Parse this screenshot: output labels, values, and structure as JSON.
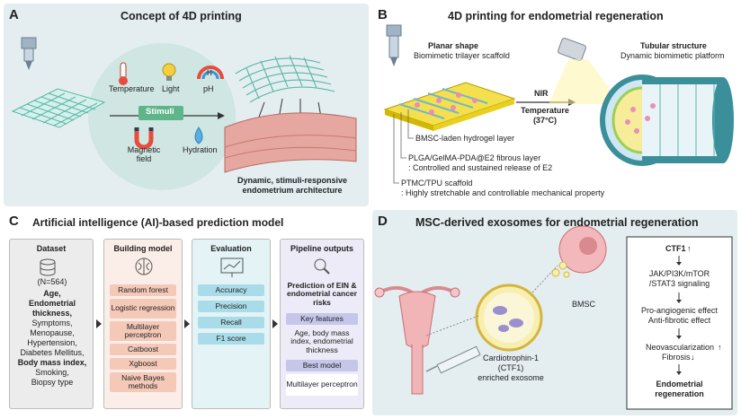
{
  "panelA": {
    "label": "A",
    "title": "Concept of 4D printing",
    "stimuli_title": "Stimuli",
    "stimuli": [
      "Temperature",
      "Light",
      "pH",
      "Magnetic field",
      "Hydration"
    ],
    "ph_letter": "H",
    "caption_line1": "Dynamic, stimuli-responsive",
    "caption_line2": "endometrium architecture"
  },
  "panelB": {
    "label": "B",
    "title": "4D printing for endometrial regeneration",
    "planar_title": "Planar shape",
    "planar_sub": "Biomimetic trilayer scaffold",
    "tubular_title": "Tubular structure",
    "tubular_sub": "Dynamic biomimetic platform",
    "trigger_nir": "NIR",
    "trigger_temp": "Temperature",
    "trigger_temp_val": "(37°C)",
    "layer1": "BMSC-laden hydrogel layer",
    "layer2": "PLGA/GelMA-PDA@E2 fibrous layer",
    "layer2_sub": ": Controlled and sustained release of E2",
    "layer3": "PTMC/TPU scaffold",
    "layer3_sub": ": Highly stretchable and controllable mechanical property"
  },
  "panelC": {
    "label": "C",
    "title": "Artificial intelligence (AI)-based prediction model",
    "dataset": {
      "header": "Dataset",
      "n": "(N=564)",
      "lines": [
        "Age,",
        "Endometrial",
        "thickness,",
        "Symptoms,",
        "Menopause,",
        "Hypertension,",
        "Diabetes Mellitus,",
        "Body mass index,",
        "Smoking,",
        "Biopsy type"
      ]
    },
    "building": {
      "header": "Building model",
      "models": [
        "Random forest",
        "Logistic regression",
        "Multilayer perceptron",
        "Catboost",
        "Xgboost",
        "Naive Bayes methods"
      ]
    },
    "evaluation": {
      "header": "Evaluation",
      "metrics": [
        "Accuracy",
        "Precision",
        "Recall",
        "F1 score"
      ]
    },
    "pipeline": {
      "header": "Pipeline outputs",
      "prediction": "Prediction of EIN & endometrial cancer risks",
      "key_features_label": "Key features",
      "key_features": "Age, body mass index, endometrial thickness",
      "best_model_label": "Best model",
      "best_model": "Multilayer perceptron"
    }
  },
  "panelD": {
    "label": "D",
    "title": "MSC-derived exosomes for endometrial regeneration",
    "bmsc": "BMSC",
    "exosome_line1": "Cardiotrophin-1",
    "exosome_line2": "(CTF1)",
    "exosome_line3": "enriched exosome",
    "pathway": {
      "ctf1": "CTF1",
      "up": "↑",
      "down": "↓",
      "signal1": "JAK/PI3K/mTOR",
      "signal2": "/STAT3 signaling",
      "effect1": "Pro-angiogenic effect",
      "effect2": "Anti-fibrotic effect",
      "neo": "Neovascularization",
      "fibrosis": "Fibrosis",
      "final1": "Endometrial",
      "final2": "regeneration"
    }
  },
  "colors": {
    "panel_bg": "#e4eef0",
    "stimuli_green": "#5fb58a",
    "tissue_pink": "#e6a7a0",
    "model_salmon": "#f4c9b8",
    "metric_cyan": "#a9dce8",
    "output_lavender": "#c6c6ea"
  }
}
